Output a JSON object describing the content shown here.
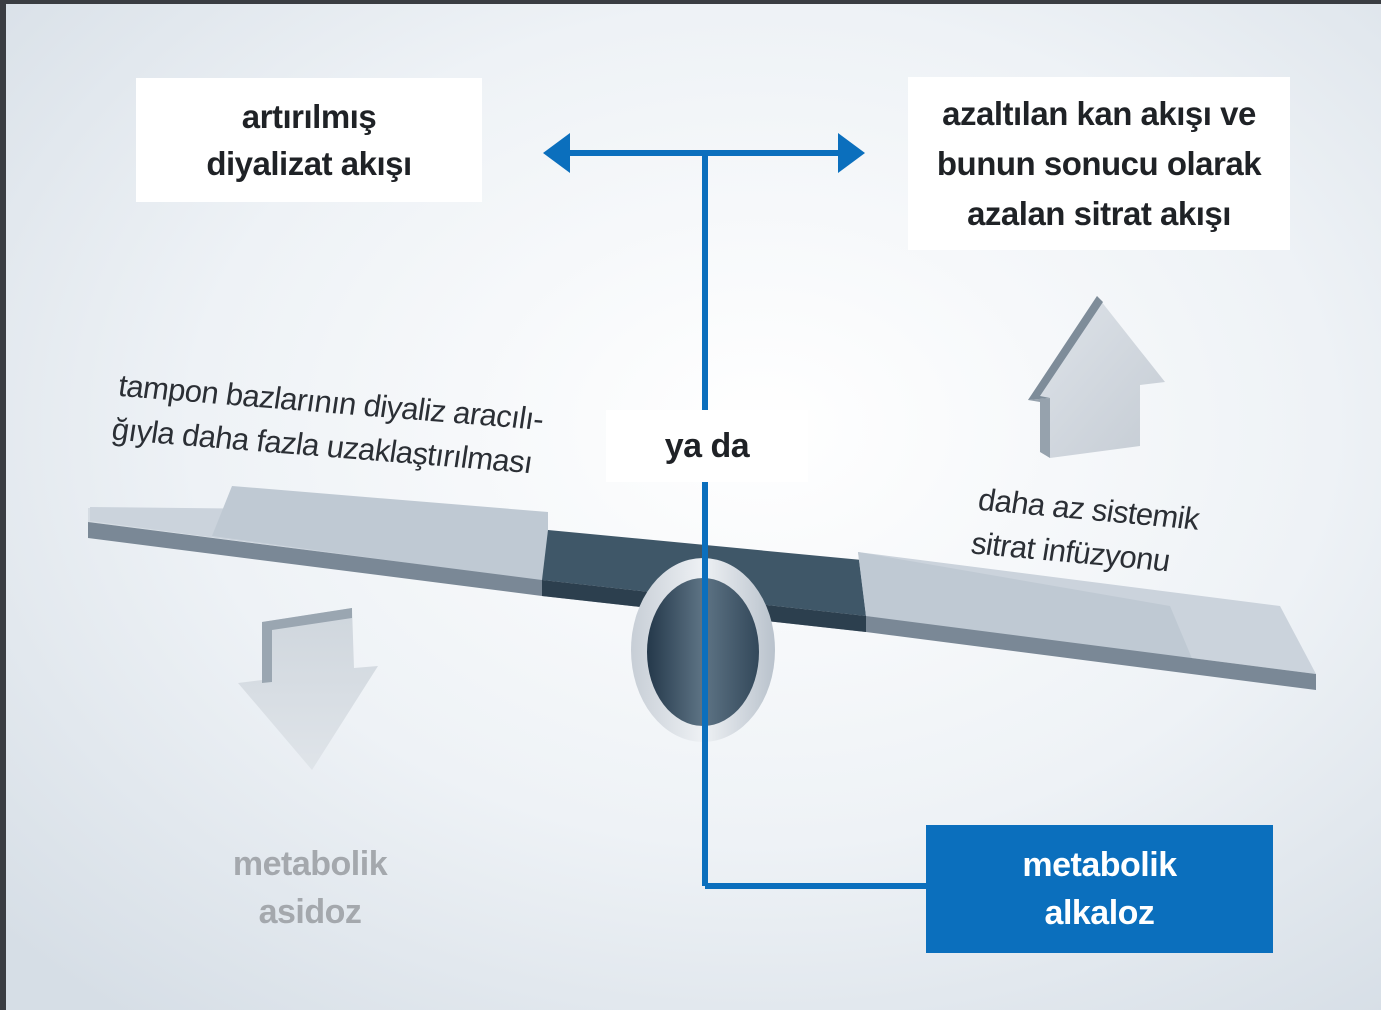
{
  "boxes": {
    "increased_dialysate": {
      "lines": [
        "artırılmış",
        "diyalizat akışı"
      ]
    },
    "reduced_blood_flow": {
      "lines": [
        "azaltılan kan akışı ve",
        "bunun sonucu olarak",
        "azalan sitrat akışı"
      ]
    },
    "or": {
      "text": "ya da"
    },
    "alkalosis": {
      "lines": [
        "metabolik",
        "alkaloz"
      ]
    }
  },
  "annotations": {
    "left_beam": {
      "lines": [
        "tampon bazlarının diyaliz aracılı-",
        "ğıyla daha fazla uzaklaştırılması"
      ]
    },
    "right_beam": {
      "lines": [
        "daha az sistemik",
        "sitrat infüzyonu"
      ]
    },
    "acidosis": {
      "lines": [
        "metabolik",
        "asidoz"
      ]
    }
  },
  "arrows": {
    "left_indicator": "down-arrow-icon",
    "right_indicator": "up-arrow-icon"
  },
  "colors": {
    "accent_blue": "#0b6fbd",
    "beam_light": "#c9d2dc",
    "beam_dark": "#3d5566",
    "arrow_gray": "#c8ced5",
    "muted_text": "#a4a8ad"
  }
}
